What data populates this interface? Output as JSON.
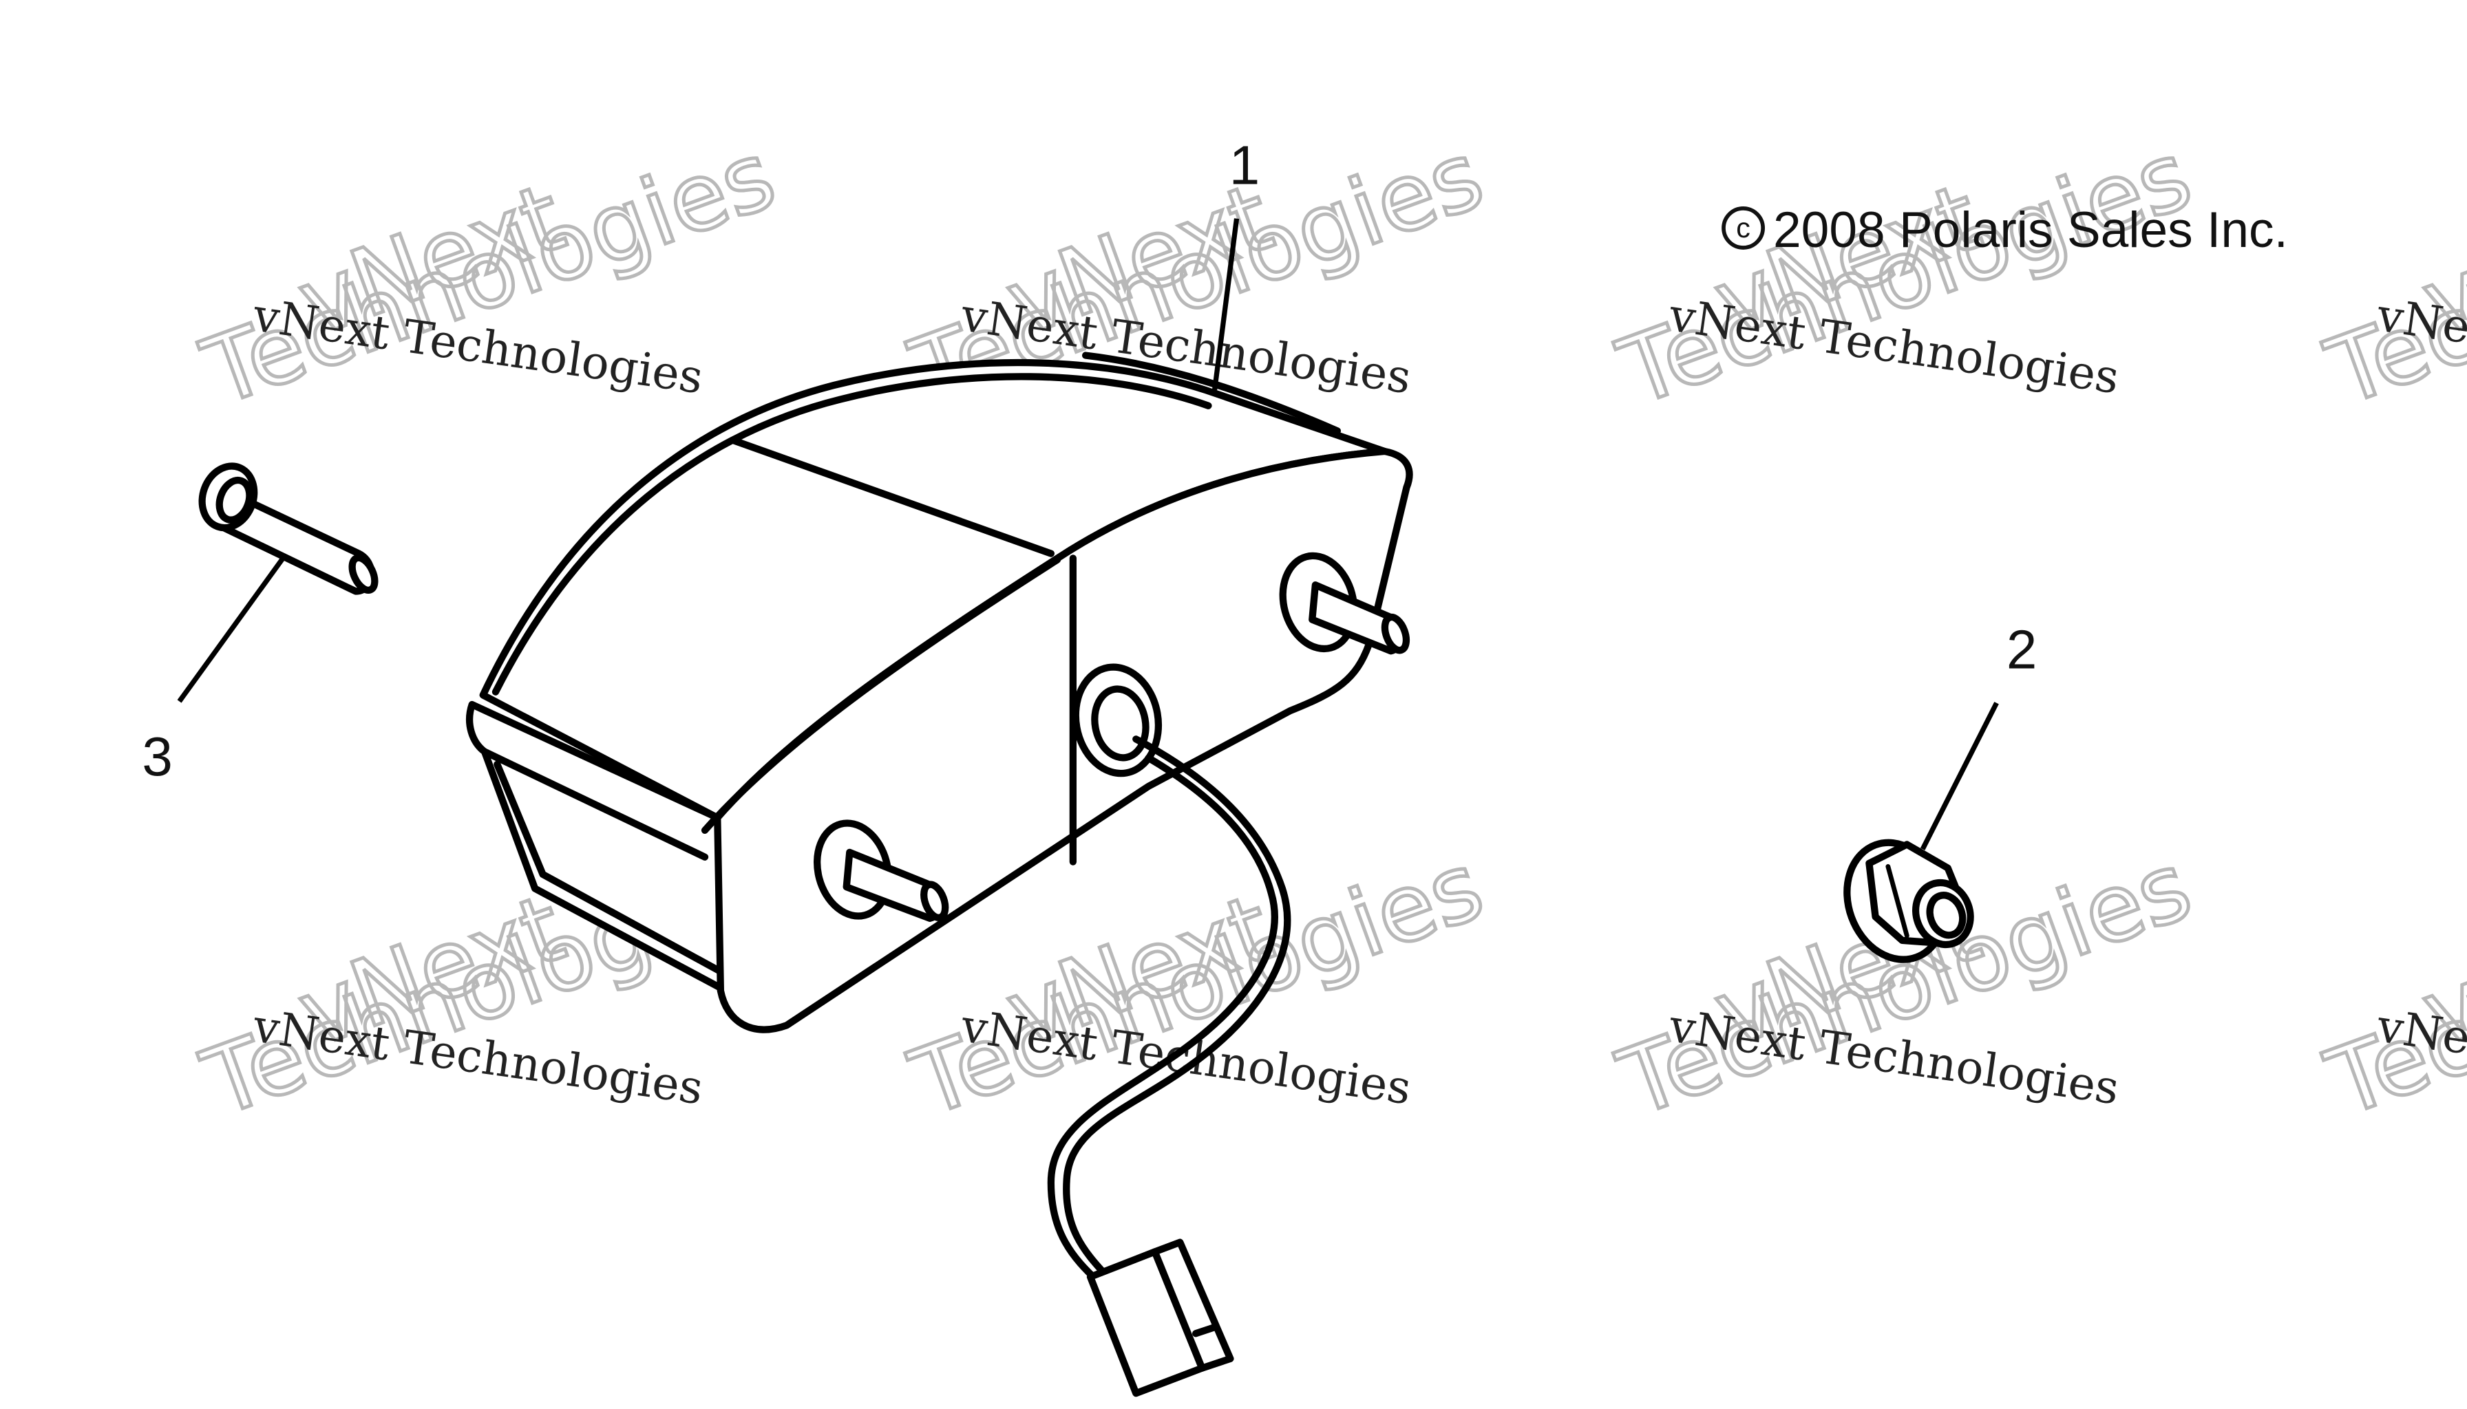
{
  "copyright": {
    "symbol": "©",
    "text": "2008  Polaris Sales Inc."
  },
  "callouts": [
    {
      "number": "1",
      "part": "tail-light-assembly"
    },
    {
      "number": "2",
      "part": "flange-nut"
    },
    {
      "number": "3",
      "part": "pin"
    }
  ],
  "watermark": {
    "small": "vNext Technologies",
    "big_line1": "vNext",
    "big_line2": "Technologies"
  }
}
